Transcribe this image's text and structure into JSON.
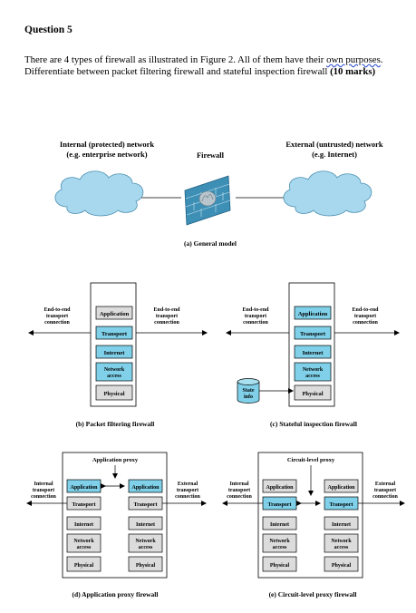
{
  "question": {
    "title": "Question 5",
    "text_a": "There are 4 types of firewall as illustrated in Figure 2. All of them have their ",
    "text_own_purposes": "own purposes",
    "text_b": ". Differentiate between packet filtering firewall and stateful inspection firewall ",
    "marks": "(10 marks)"
  },
  "fig_general": {
    "internal_l1": "Internal (protected) network",
    "internal_l2": "(e.g. enterprise network)",
    "firewall": "Firewall",
    "external_l1": "External (untrusted) network",
    "external_l2": "(e.g. Internet)",
    "caption": "(a) General model"
  },
  "layers": {
    "application": "Application",
    "transport": "Transport",
    "internet": "Internet",
    "network_l1": "Network",
    "network_l2": "access",
    "physical": "Physical"
  },
  "labels": {
    "e2e_l1": "End-to-end",
    "e2e_l2": "transport",
    "e2e_l3": "connection",
    "state_l1": "State",
    "state_l2": "info",
    "int_l1": "Internal",
    "int_l2": "transport",
    "int_l3": "connection",
    "ext_l1": "External",
    "ext_l2": "transport",
    "ext_l3": "connection",
    "app_proxy": "Application proxy",
    "circuit_proxy": "Circuit-level proxy"
  },
  "captions": {
    "b": "(b) Packet filtering firewall",
    "c": "(c) Stateful inspection firewall",
    "d": "(d) Application proxy firewall",
    "e": "(e) Circuit-level proxy firewall"
  },
  "colors": {
    "cloud": "#a8d8ee",
    "highlight": "#7fd0e8",
    "layer_gray": "#dcdcdc",
    "brick": "#3d8fb5"
  }
}
